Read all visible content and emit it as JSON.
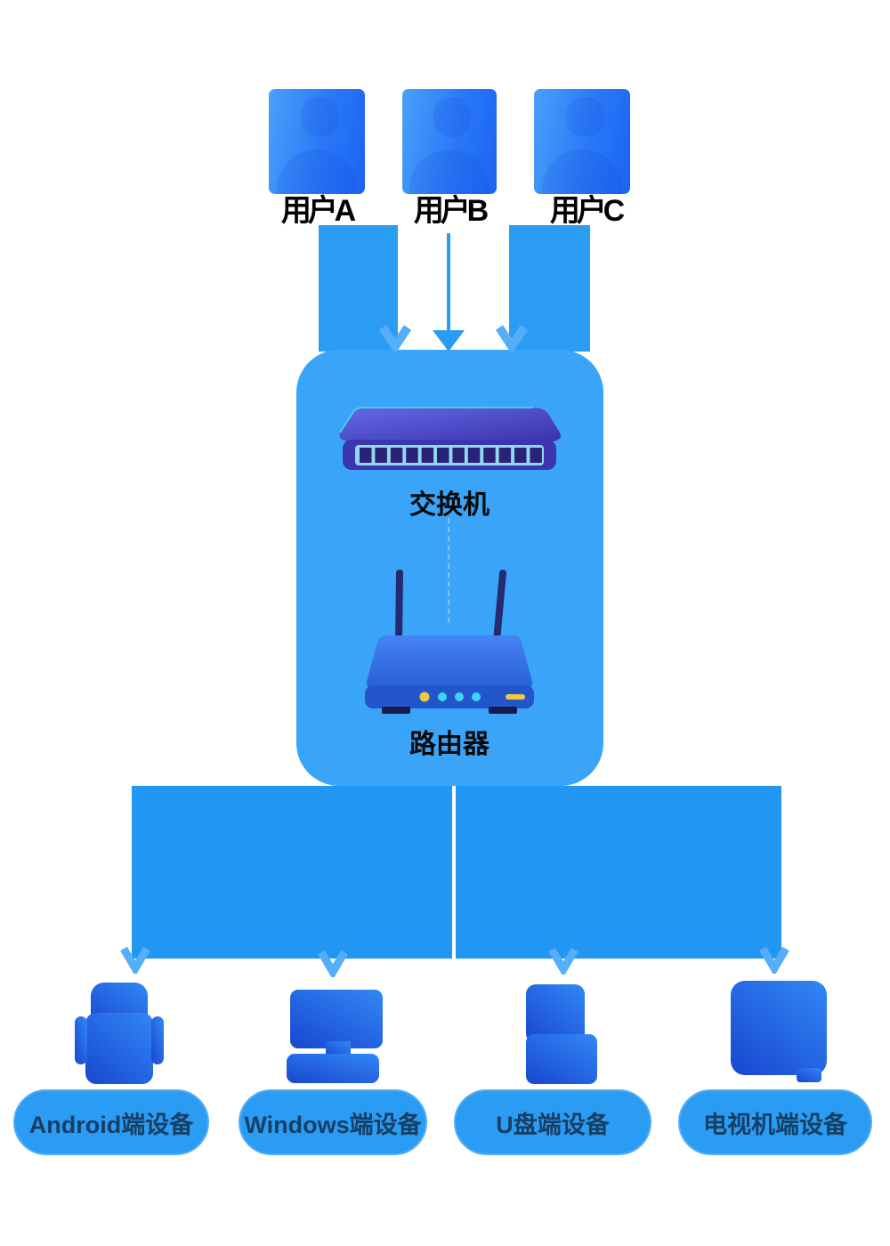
{
  "users": [
    {
      "label": "用户A",
      "icon": "user-avatar-icon"
    },
    {
      "label": "用户B",
      "icon": "user-avatar-icon"
    },
    {
      "label": "用户C",
      "icon": "user-avatar-icon"
    }
  ],
  "hub": {
    "switch": {
      "label": "交换机",
      "icon": "network-switch-icon",
      "port_count": 12
    },
    "router": {
      "label": "路由器",
      "icon": "wifi-router-icon"
    }
  },
  "devices": [
    {
      "label": "Android端设备",
      "icon": "android-device-icon"
    },
    {
      "label": "Windows端设备",
      "icon": "windows-device-icon"
    },
    {
      "label": "U盘端设备",
      "icon": "usb-drive-icon"
    },
    {
      "label": "电视机端设备",
      "icon": "tv-device-icon"
    }
  ],
  "colors": {
    "background": "#ffffff",
    "connector_band": "#2b9cf4",
    "hub_panel": "#3aa5f8",
    "fanout_block": "#2196f3",
    "arrow_highlight": "#55aef7",
    "device_pill": "#2b9cf4",
    "device_pill_border": "#54adf6",
    "device_pill_text": "#173f66",
    "user_tile_gradient_start": "#4aa0fb",
    "user_tile_gradient_end": "#1b63f4",
    "device_icon_gradient_start": "#3287f6",
    "device_icon_gradient_end": "#1a4bd2",
    "switch_top_gradient_start": "#626ae8",
    "switch_top_gradient_end": "#3c32ac",
    "switch_front": "#3c36ae",
    "switch_port_strip": "#90d8f0",
    "switch_port": "#2a2178",
    "router_body": "#3b76ee",
    "router_front": "#2355cc",
    "router_antenna": "#262a70",
    "led_yellow": "#f2c93f",
    "led_cyan": "#39d7f3",
    "label_text": "#000000"
  }
}
